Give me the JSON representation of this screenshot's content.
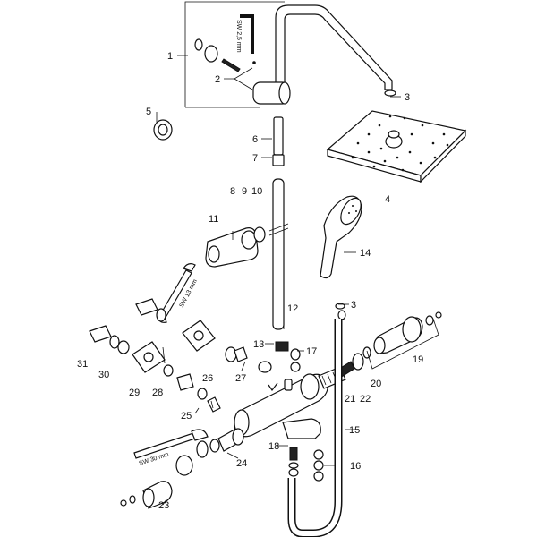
{
  "diagram": {
    "tool_labels": {
      "hex_key": "SW 2,5 mm",
      "wrench_13": "SW 13 mm",
      "wrench_30": "SW 30 mm"
    },
    "part_numbers": {
      "p1": "1",
      "p2": "2",
      "p3a": "3",
      "p3b": "3",
      "p4": "4",
      "p5": "5",
      "p6": "6",
      "p7": "7",
      "p8": "8",
      "p9": "9",
      "p10": "10",
      "p11": "11",
      "p12": "12",
      "p13": "13",
      "p14": "14",
      "p15": "15",
      "p16": "16",
      "p17": "17",
      "p18": "18",
      "p19": "19",
      "p20": "20",
      "p21": "21",
      "p22": "22",
      "p23": "23",
      "p24": "24",
      "p25": "25",
      "p26": "26",
      "p27": "27",
      "p28": "28",
      "p29": "29",
      "p30": "30",
      "p31": "31"
    }
  }
}
